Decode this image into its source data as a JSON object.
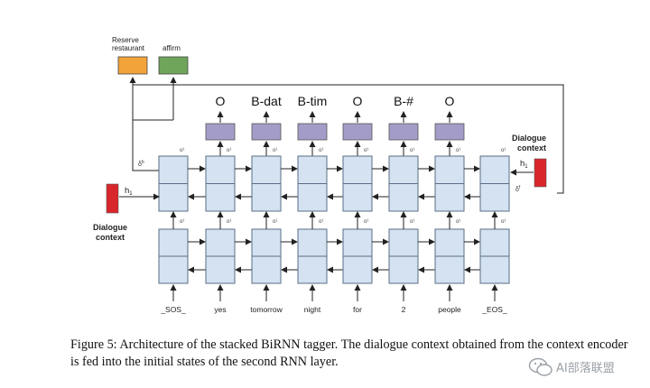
{
  "diagram": {
    "intents": [
      {
        "label": "Reserve restaurant",
        "color": "#f2a43a"
      },
      {
        "label": "affirm",
        "color": "#6fa55a"
      }
    ],
    "slot_tags": [
      "O",
      "B-dat",
      "B-tim",
      "O",
      "B-#",
      "O"
    ],
    "tokens": [
      "_SOS_",
      "yes",
      "tomorrow",
      "night",
      "for",
      "2",
      "people",
      "_EOS_"
    ],
    "left_context": {
      "label_line1": "Dialogue",
      "label_line2": "context",
      "state": "h"
    },
    "right_context": {
      "label_line1": "Dialogue",
      "label_line2": "context",
      "state": "h"
    },
    "colors": {
      "cell_fill": "#d4e2f1",
      "cell_stroke": "#5a6e86",
      "output_box": "#a49cc8",
      "context_box": "#d9262b"
    }
  },
  "caption": "Figure 5: Architecture of the stacked BiRNN tagger. The dialogue context obtained from the context encoder is fed into the initial states of the second RNN layer.",
  "watermark": {
    "text": "AI部落联盟",
    "icon": "wechat-icon"
  }
}
